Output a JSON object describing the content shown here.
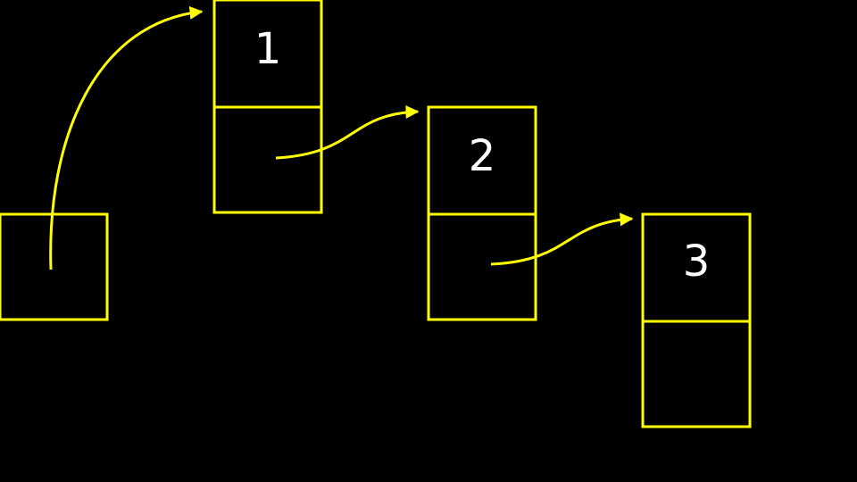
{
  "diagram": {
    "background": "#000000",
    "stroke_color": "#ffff00",
    "text_color": "#ffffff",
    "head_pointer": {
      "label": ""
    },
    "nodes": [
      {
        "value": "1"
      },
      {
        "value": "2"
      },
      {
        "value": "3"
      }
    ]
  }
}
